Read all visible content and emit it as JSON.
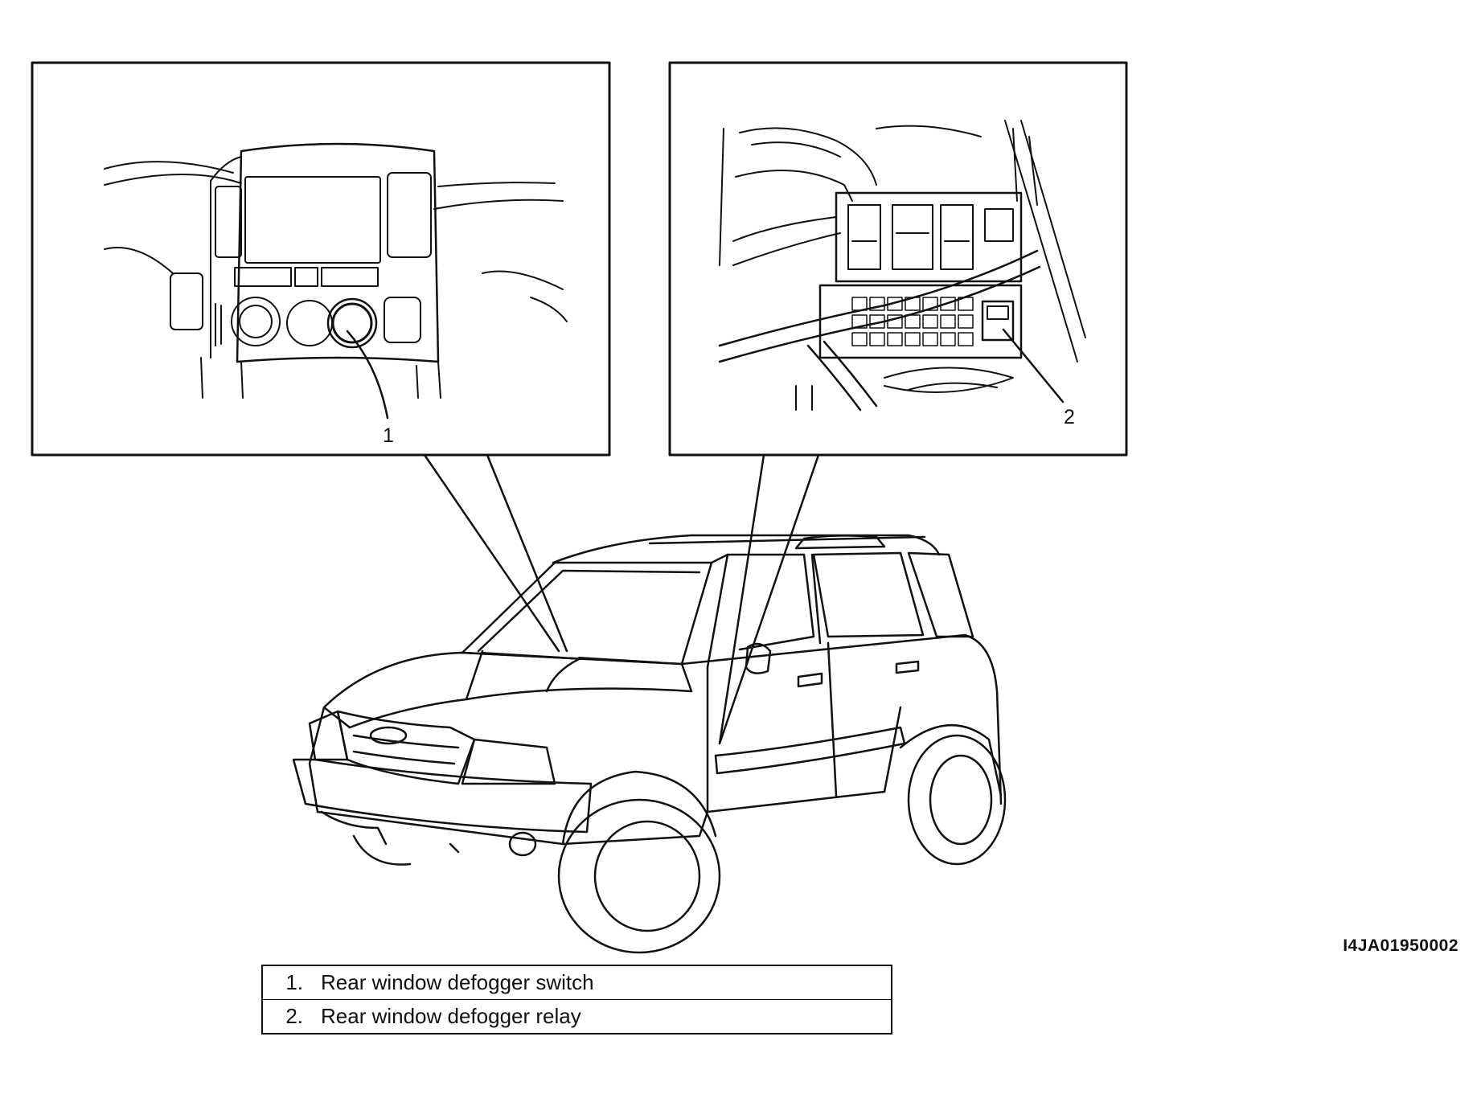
{
  "figure_code": "I4JA01950002",
  "callouts": {
    "switch_number": "1",
    "relay_number": "2"
  },
  "legend": [
    {
      "number": "1.",
      "text": "Rear window defogger switch"
    },
    {
      "number": "2.",
      "text": "Rear window defogger relay"
    }
  ]
}
